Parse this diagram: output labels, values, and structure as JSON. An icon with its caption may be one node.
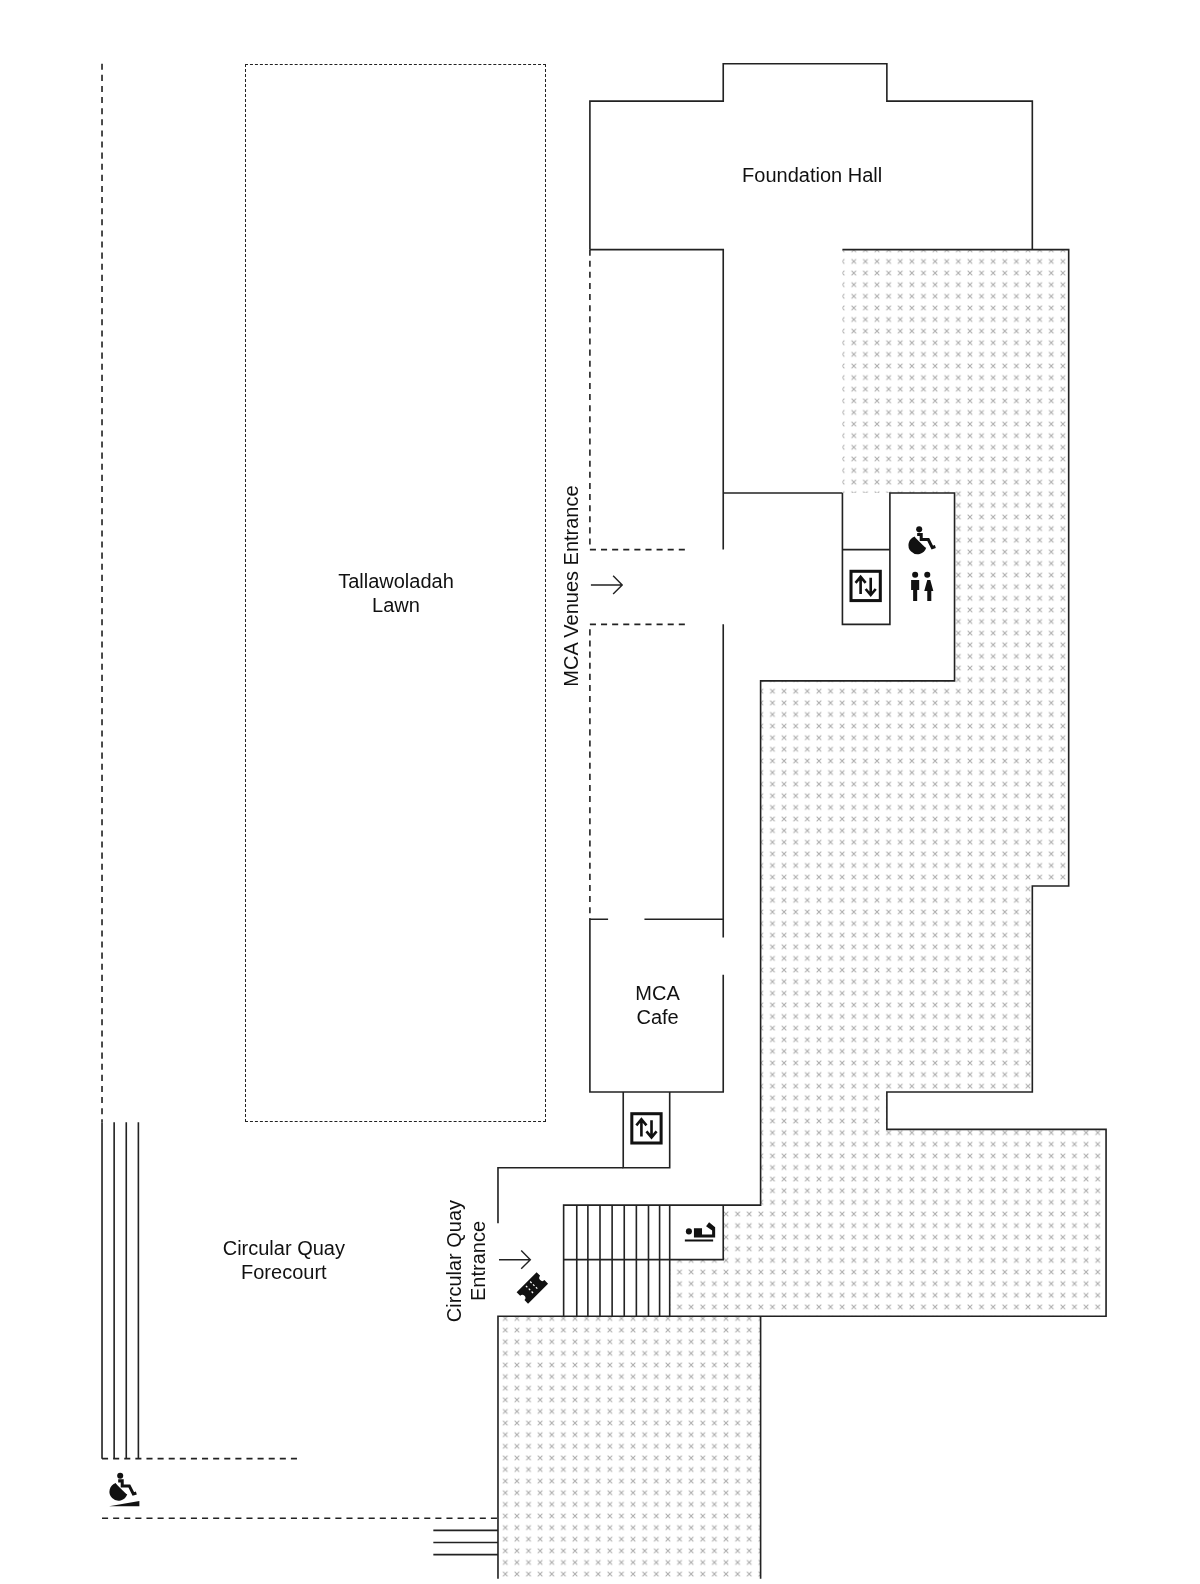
{
  "diagram": {
    "nodes": [
      {
        "text": [
          "Tallawoladah Lawn"
        ]
      },
      {
        "text": [
          "Foundation Hall"
        ]
      },
      {
        "text": [
          "MCA Cafe"
        ]
      }
    ],
    "labels": [
      "MCA Venues Entrance",
      "Circular Quay Forecourt",
      "Circular Quay Entrance"
    ]
  }
}
